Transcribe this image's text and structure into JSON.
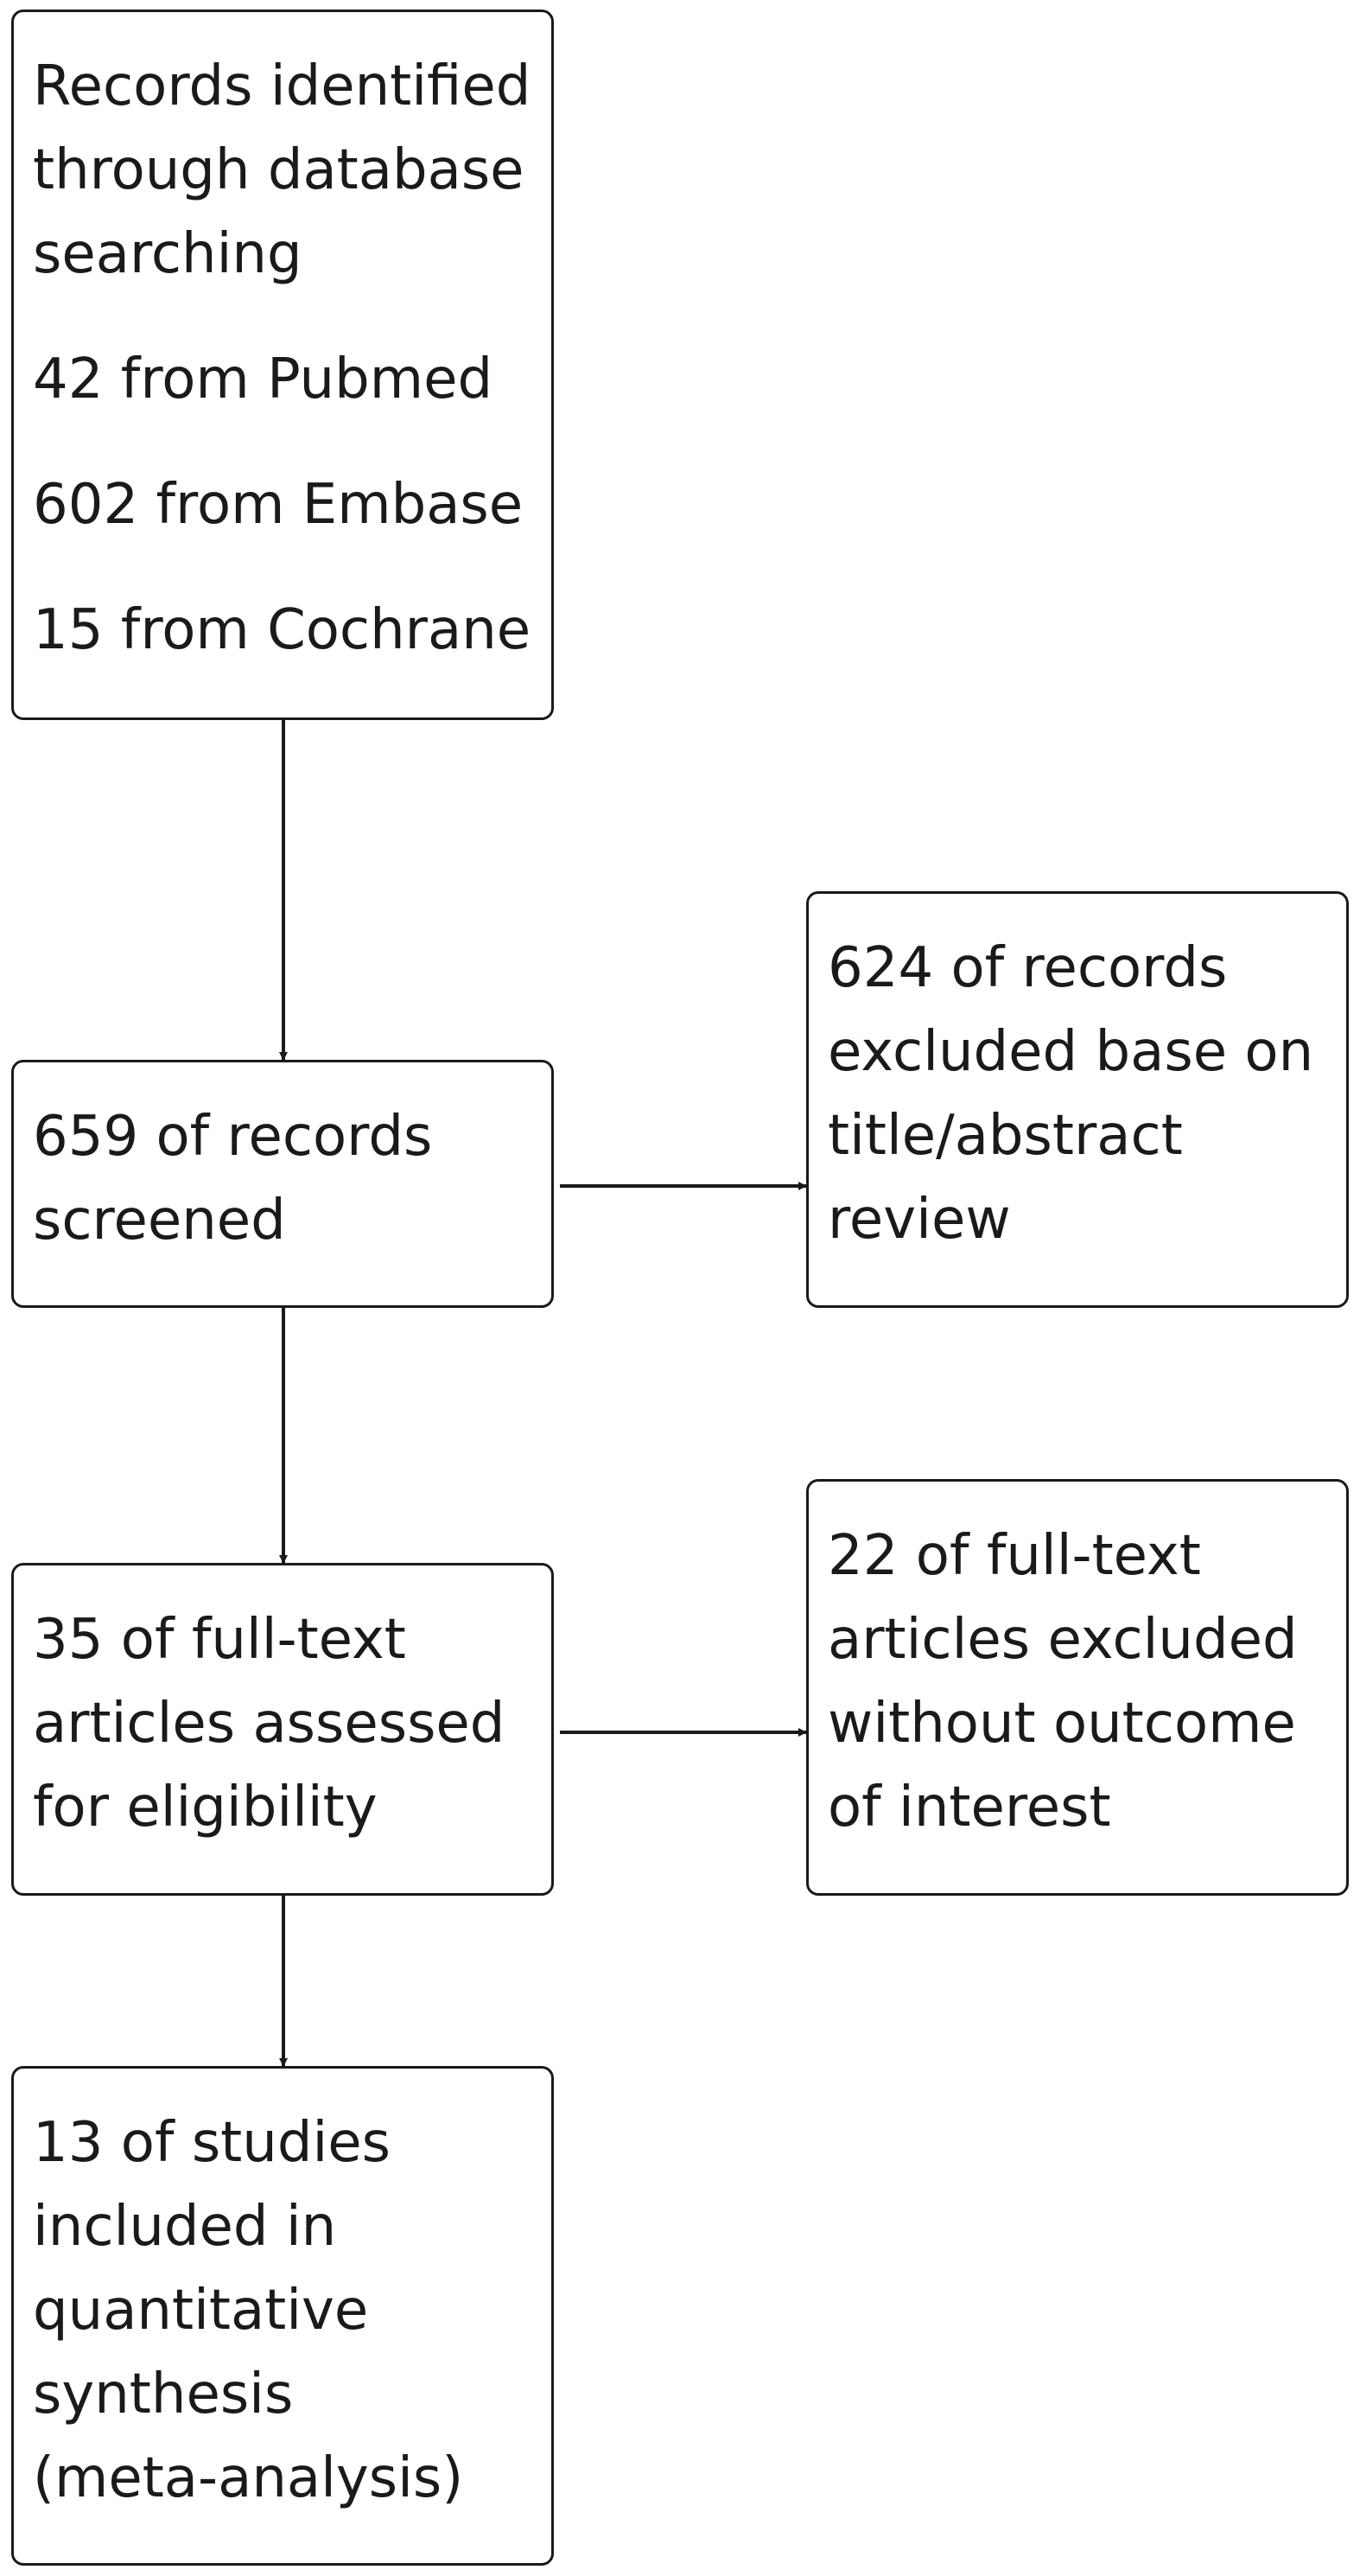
{
  "boxes": {
    "identification": {
      "heading": "Records identified\nthrough database\nsearching",
      "sources": [
        "42 from Pubmed",
        "602 from Embase",
        "15 from Cochrane"
      ]
    },
    "screened": "659 of records\nscreened",
    "excluded_screening": "624 of records\nexcluded base on\ntitle/abstract\nreview",
    "eligibility": "35 of full-text\narticles assessed\nfor eligibility",
    "excluded_fulltext": "22 of full-text\narticles excluded\nwithout outcome\nof interest",
    "included": "13 of studies\nincluded in\nquantitative\nsynthesis\n(meta-analysis)"
  }
}
